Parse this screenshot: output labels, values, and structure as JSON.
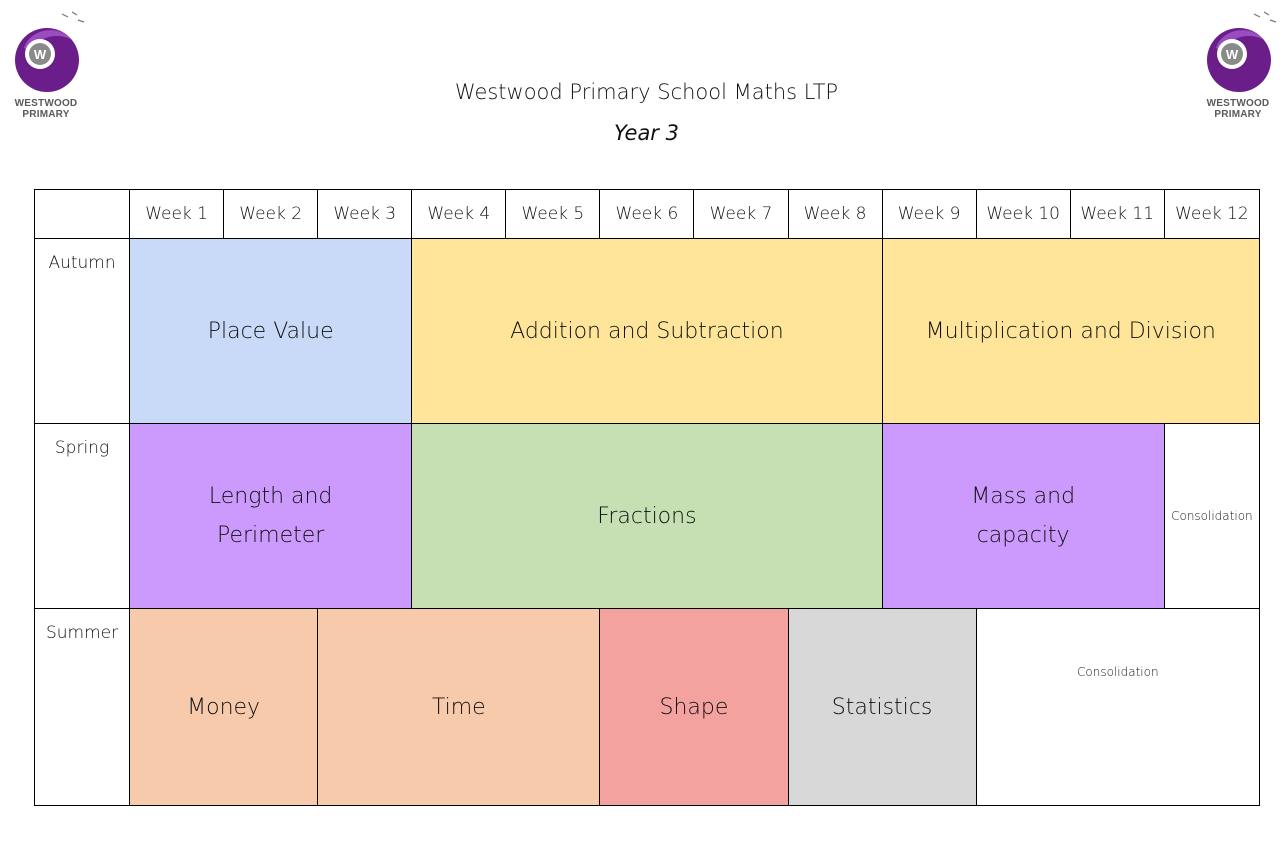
{
  "logo": {
    "line1": "WESTWOOD",
    "line2": "PRIMARY",
    "monogram": "W",
    "colors": {
      "purple": "#6b1d8a",
      "grey": "#5a5a5a"
    }
  },
  "header": {
    "title": "Westwood Primary School Maths LTP",
    "subtitle": "Year 3"
  },
  "table": {
    "weeks": [
      "Week 1",
      "Week 2",
      "Week 3",
      "Week 4",
      "Week 5",
      "Week 6",
      "Week 7",
      "Week 8",
      "Week 9",
      "Week 10",
      "Week 11",
      "Week 12"
    ],
    "terms": {
      "autumn": {
        "label": "Autumn",
        "blocks": [
          {
            "label": "Place Value",
            "weeks": 3,
            "color": "#c9daf8"
          },
          {
            "label": "Addition and Subtraction",
            "weeks": 5,
            "color": "#fee599"
          },
          {
            "label": "Multiplication and Division",
            "weeks": 4,
            "color": "#fee599"
          }
        ]
      },
      "spring": {
        "label": "Spring",
        "blocks": [
          {
            "label": "Length and Perimeter",
            "weeks": 3,
            "color": "#cb9afc"
          },
          {
            "label": "Fractions",
            "weeks": 5,
            "color": "#c6e0b4"
          },
          {
            "label": "Mass and capacity",
            "weeks": 3,
            "color": "#cb9afc"
          },
          {
            "label": "Consolidation",
            "weeks": 1,
            "color": "#ffffff"
          }
        ]
      },
      "summer": {
        "label": "Summer",
        "blocks": [
          {
            "label": "Money",
            "weeks": 2,
            "color": "#f7caac"
          },
          {
            "label": "Time",
            "weeks": 3,
            "color": "#f7caac"
          },
          {
            "label": "Shape",
            "weeks": 2,
            "color": "#f4a2a0"
          },
          {
            "label": "Statistics",
            "weeks": 2,
            "color": "#d8d8d8"
          },
          {
            "label": "Consolidation",
            "weeks": 3,
            "color": "#ffffff"
          }
        ]
      }
    }
  }
}
